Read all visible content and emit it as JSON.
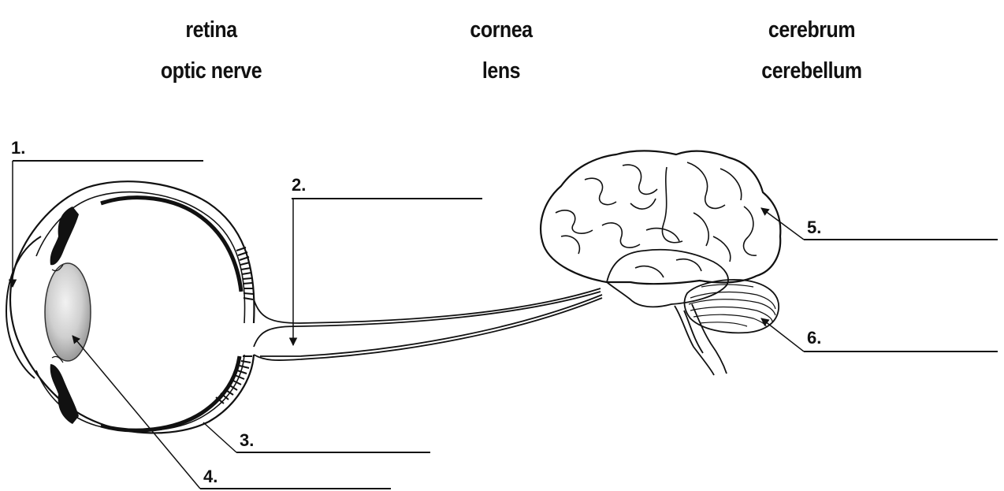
{
  "word_bank": {
    "columns": [
      [
        "retina",
        "optic nerve"
      ],
      [
        "cornea",
        "lens"
      ],
      [
        "cerebrum",
        "cerebellum"
      ]
    ]
  },
  "labels": [
    {
      "number": "1."
    },
    {
      "number": "2."
    },
    {
      "number": "3."
    },
    {
      "number": "4."
    },
    {
      "number": "5."
    },
    {
      "number": "6."
    }
  ]
}
